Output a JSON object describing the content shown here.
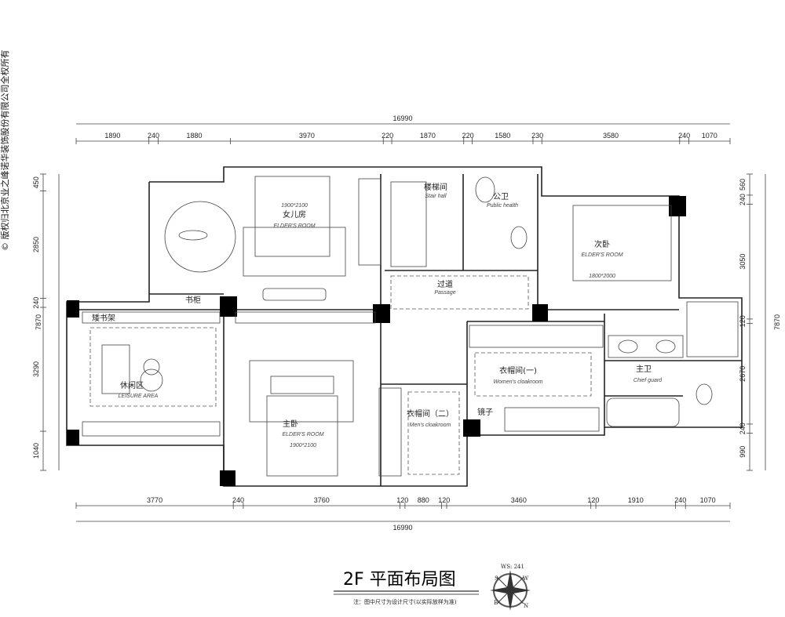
{
  "watermark": "© 版权归北京业之峰诺华装饰股份有限公司全权所有",
  "title": "2F  平面布局图",
  "note": "注：图中尺寸为设计尺寸(以实际放样为准)",
  "compass": {
    "label": "WS: 241",
    "s": "S",
    "w": "W",
    "e": "E",
    "n": "N"
  },
  "dimensions": {
    "top_total": "16990",
    "top": [
      "1890",
      "240",
      "1880",
      "3970",
      "220",
      "1870",
      "220",
      "1580",
      "230",
      "3580",
      "240",
      "1070"
    ],
    "bottom_total": "16990",
    "bottom": [
      "3770",
      "240",
      "3760",
      "120",
      "880",
      "120",
      "3460",
      "120",
      "1910",
      "240",
      "1070"
    ],
    "left_total": "7870",
    "left": [
      "450",
      "2850",
      "240",
      "3290",
      "1040"
    ],
    "right_total": "7870",
    "right": [
      "560",
      "240",
      "3050",
      "120",
      "2670",
      "240",
      "990"
    ]
  },
  "rooms": {
    "daughter": {
      "cn": "女儿房",
      "en": "ELDER'S ROOM",
      "size": "1900*2100"
    },
    "stair": {
      "cn": "楼梯间",
      "en": "Stair hall"
    },
    "public_bath": {
      "cn": "公卫",
      "en": "Public health"
    },
    "second": {
      "cn": "次卧",
      "en": "ELDER'S ROOM",
      "size": "1800*2000"
    },
    "passage": {
      "cn": "过道",
      "en": "Passage"
    },
    "bookcase": {
      "cn": "书柜"
    },
    "low_shelf": {
      "cn": "矮书架"
    },
    "leisure": {
      "cn": "休闲区",
      "en": "LEISURE AREA"
    },
    "master": {
      "cn": "主卧",
      "en": "ELDER'S ROOM",
      "size": "1900*2100"
    },
    "cloak1": {
      "cn": "衣帽间(一)",
      "en": "Women's cloakroom"
    },
    "master_bath": {
      "cn": "主卫",
      "en": "Chief guard"
    },
    "cloak2": {
      "cn": "衣帽间（二）",
      "en": "Men's cloakroom"
    },
    "mirror": {
      "cn": "镜子"
    }
  }
}
